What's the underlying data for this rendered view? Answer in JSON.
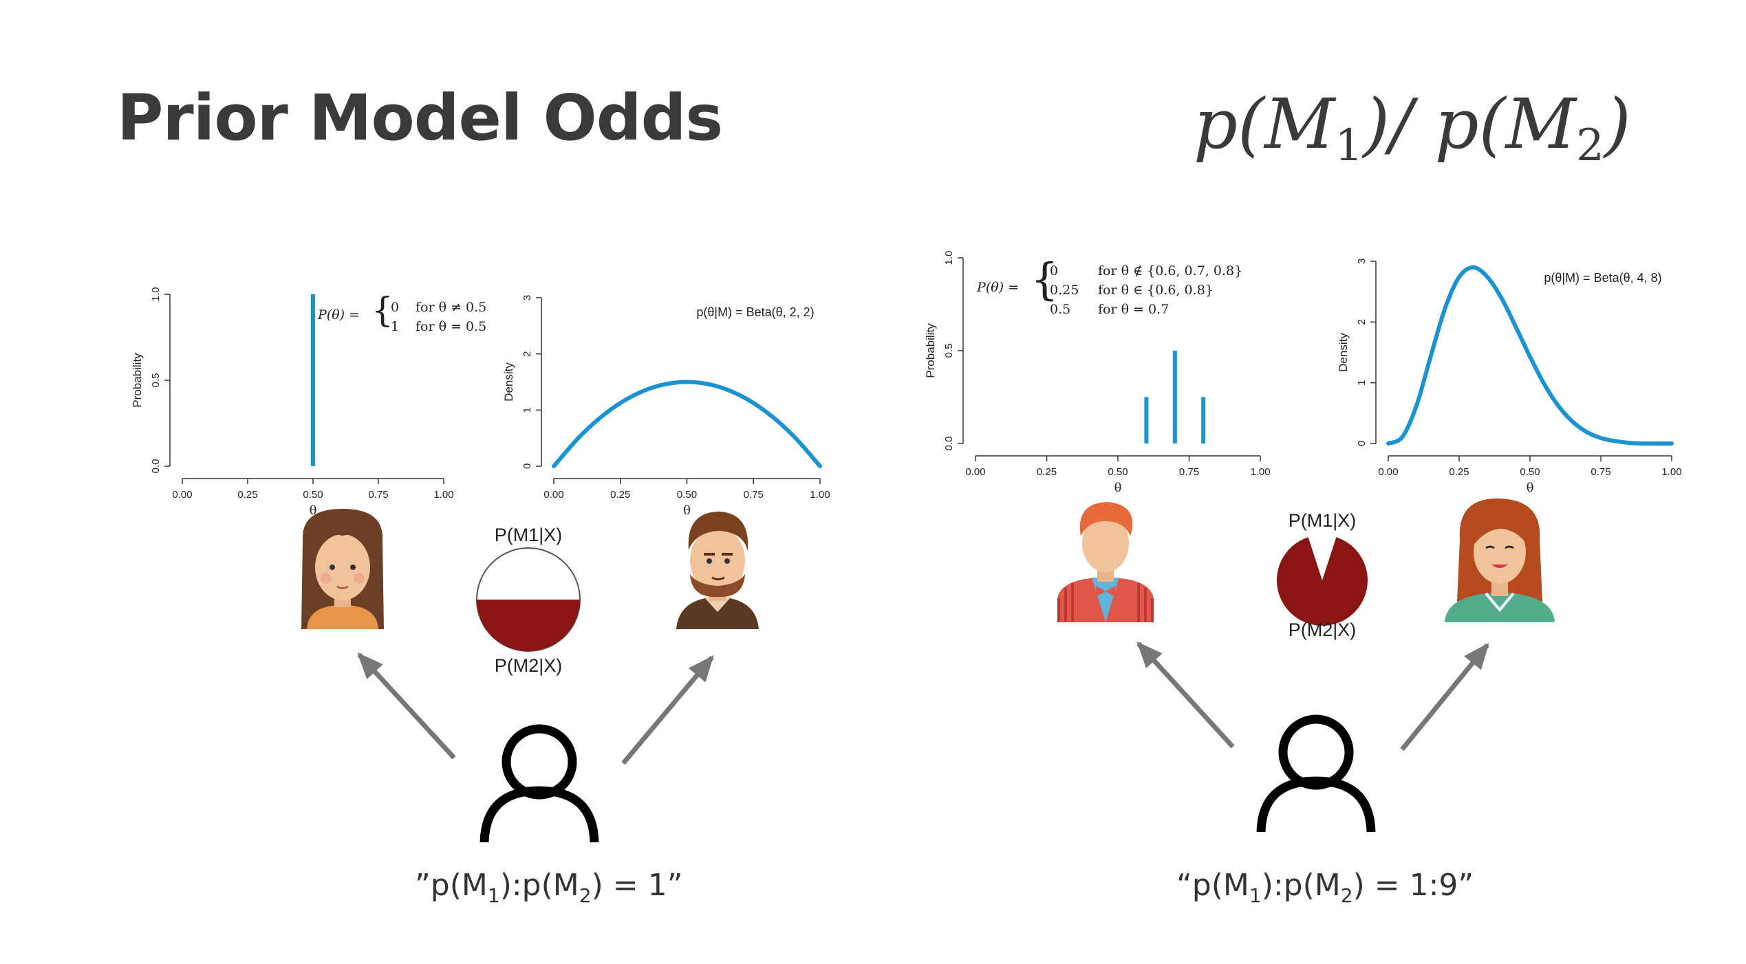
{
  "slide": {
    "title": "Prior Model Odds",
    "formula": {
      "p1": "p(M",
      "sub1": "1",
      "mid": ")/ p(M",
      "sub2": "2",
      "end": ")"
    }
  },
  "left": {
    "quote": {
      "a": "”p(M",
      "s1": "1",
      "b": "):p(M",
      "s2": "2",
      "c": ") = 1”"
    },
    "pie": {
      "label_top": "P(M1|X)",
      "label_bottom": "P(M2|X)",
      "fill_fraction_m2": 0.5,
      "fill_color": "#8b1414"
    }
  },
  "right": {
    "quote": {
      "a": "“p(M",
      "s1": "1",
      "b": "):p(M",
      "s2": "2",
      "c": ") = 1:9”"
    },
    "pie": {
      "label_top": "P(M1|X)",
      "label_bottom": "P(M2|X)",
      "fill_fraction_m2": 0.9,
      "fill_color": "#8b1414"
    }
  },
  "chart_data": [
    {
      "type": "bar",
      "ylabel": "Probability",
      "xlabel": "θ",
      "xticks": [
        "0.00",
        "0.25",
        "0.50",
        "0.75",
        "1.00"
      ],
      "yticks": [
        "0.0",
        "0.5",
        "1.0"
      ],
      "xlim": [
        0,
        1
      ],
      "ylim": [
        0,
        1
      ],
      "x": [
        0.5
      ],
      "values": [
        1
      ],
      "color": "#1b93d1",
      "annotation": {
        "lhs": "P(θ) =",
        "rows": [
          {
            "val": "0",
            "cond": "for θ ≠ 0.5"
          },
          {
            "val": "1",
            "cond": "for θ = 0.5"
          }
        ]
      }
    },
    {
      "type": "line",
      "ylabel": "Density",
      "xlabel": "θ",
      "xticks": [
        "0.00",
        "0.25",
        "0.50",
        "0.75",
        "1.00"
      ],
      "yticks": [
        "0",
        "1",
        "2",
        "3"
      ],
      "xlim": [
        0,
        1
      ],
      "ylim": [
        0,
        3
      ],
      "title": "p(θ|M) = Beta(θ, 2, 2)",
      "x": [
        0,
        0.1,
        0.2,
        0.3,
        0.4,
        0.5,
        0.6,
        0.7,
        0.8,
        0.9,
        1
      ],
      "values": [
        0,
        0.54,
        0.96,
        1.26,
        1.44,
        1.5,
        1.44,
        1.26,
        0.96,
        0.54,
        0
      ],
      "color": "#1b93d1"
    },
    {
      "type": "bar",
      "ylabel": "Probability",
      "xlabel": "θ",
      "xticks": [
        "0.00",
        "0.25",
        "0.50",
        "0.75",
        "1.00"
      ],
      "yticks": [
        "0.0",
        "0.5",
        "1.0"
      ],
      "xlim": [
        0,
        1
      ],
      "ylim": [
        0,
        1
      ],
      "x": [
        0.6,
        0.7,
        0.8
      ],
      "values": [
        0.25,
        0.5,
        0.25
      ],
      "color": "#1b93d1",
      "annotation": {
        "lhs": "P(θ) =",
        "rows": [
          {
            "val": "0",
            "cond": "for θ ∉ {0.6, 0.7, 0.8}"
          },
          {
            "val": "0.25",
            "cond": "for θ ∈ {0.6, 0.8}"
          },
          {
            "val": "0.5",
            "cond": "for θ = 0.7"
          }
        ]
      }
    },
    {
      "type": "line",
      "ylabel": "Density",
      "xlabel": "θ",
      "xticks": [
        "0.00",
        "0.25",
        "0.50",
        "0.75",
        "1.00"
      ],
      "yticks": [
        "0",
        "1",
        "2",
        "3"
      ],
      "xlim": [
        0,
        1
      ],
      "ylim": [
        0,
        3
      ],
      "title": "p(θ|M) = Beta(θ, 4, 8)",
      "x": [
        0,
        0.05,
        0.1,
        0.15,
        0.2,
        0.25,
        0.3,
        0.35,
        0.4,
        0.45,
        0.5,
        0.55,
        0.6,
        0.65,
        0.7,
        0.75,
        0.8,
        0.85,
        0.9,
        0.95,
        1
      ],
      "values": [
        0,
        0.11,
        0.63,
        1.44,
        2.22,
        2.74,
        2.9,
        2.74,
        2.39,
        1.92,
        1.43,
        0.98,
        0.62,
        0.36,
        0.19,
        0.09,
        0.04,
        0.01,
        0,
        0,
        0
      ],
      "color": "#1b93d1"
    }
  ]
}
